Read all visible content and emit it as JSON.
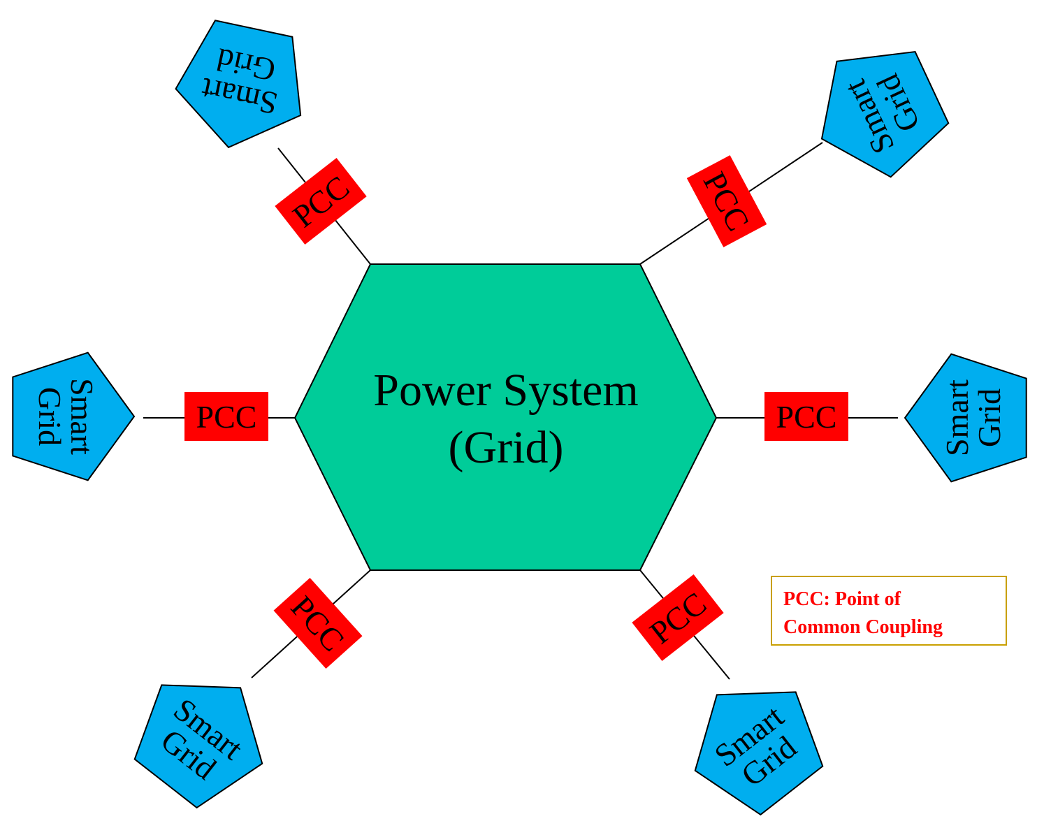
{
  "hub": {
    "line1": "Power System",
    "line2": "(Grid)",
    "fill": "#00cc99"
  },
  "pcc_label": "PCC",
  "pcc_color": "#ff0000",
  "smart_grid": {
    "line1": "Smart",
    "line2": "Grid",
    "fill": "#00aeef"
  },
  "legend": {
    "line1": "PCC: Point of",
    "line2": "Common Coupling",
    "text_color": "#ff0000",
    "border_color": "#c9a000"
  }
}
